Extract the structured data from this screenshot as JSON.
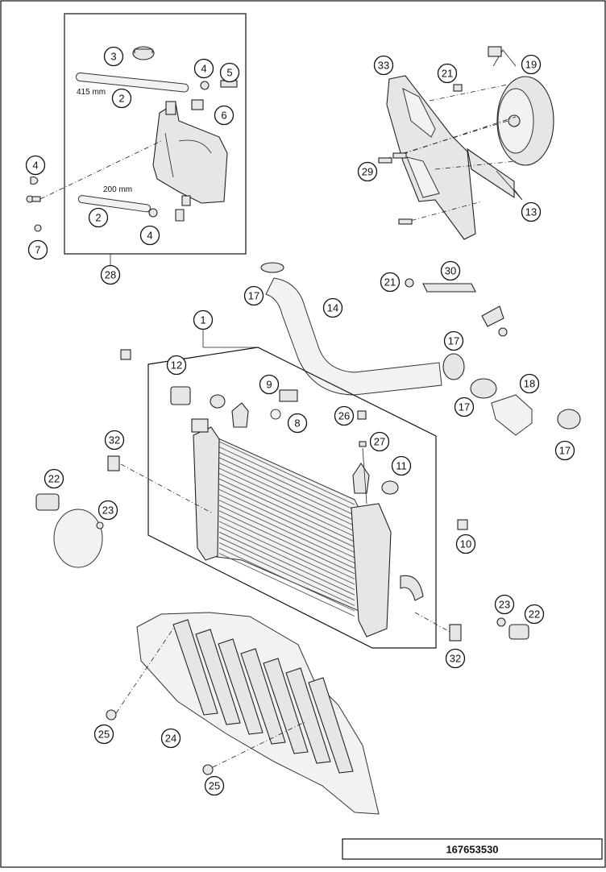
{
  "drawing_number": "167653530",
  "dimension_labels": {
    "hose_long": "415 mm",
    "hose_short": "200 mm"
  },
  "callouts": [
    "1",
    "2",
    "3",
    "4",
    "5",
    "6",
    "7",
    "8",
    "9",
    "10",
    "11",
    "12",
    "13",
    "14",
    "17",
    "18",
    "19",
    "21",
    "22",
    "23",
    "24",
    "25",
    "26",
    "27",
    "28",
    "29",
    "30",
    "32",
    "33"
  ]
}
